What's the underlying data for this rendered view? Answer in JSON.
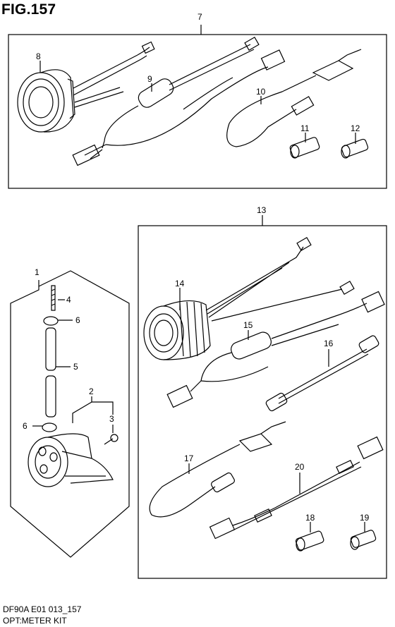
{
  "figure": {
    "title": "FIG.157",
    "code": "DF90A E01 013_157",
    "name": "OPT:METER KIT"
  },
  "callouts": {
    "c1": "1",
    "c2": "2",
    "c3": "3",
    "c4": "4",
    "c5": "5",
    "c6a": "6",
    "c6b": "6",
    "c7": "7",
    "c8": "8",
    "c9": "9",
    "c10": "10",
    "c11": "11",
    "c12": "12",
    "c13": "13",
    "c14": "14",
    "c15": "15",
    "c16": "16",
    "c17": "17",
    "c18": "18",
    "c19": "19",
    "c20": "20"
  }
}
